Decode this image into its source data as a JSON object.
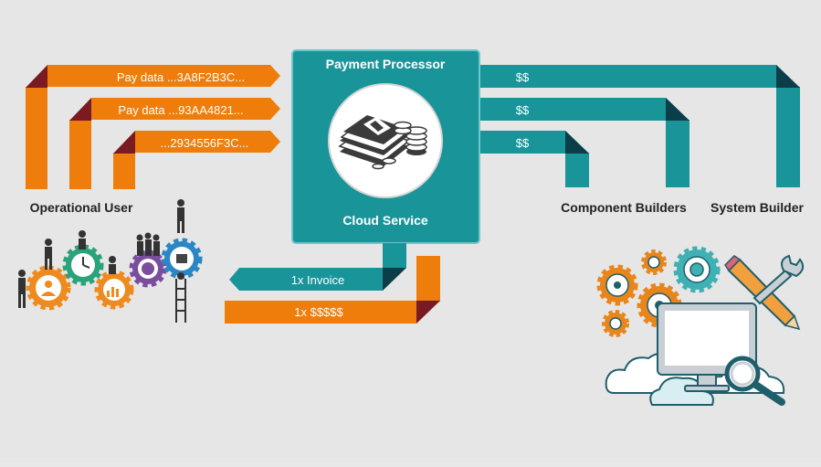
{
  "processor": {
    "title": "Payment Processor",
    "subtitle": "Cloud Service",
    "icon": "money-stack-icon"
  },
  "pay_flows": [
    {
      "label": "Pay data ...3A8F2B3C..."
    },
    {
      "label": "Pay data ...93AA4821..."
    },
    {
      "label": "...2934556F3C..."
    }
  ],
  "payout_flows": [
    {
      "label": "$$"
    },
    {
      "label": "$$"
    },
    {
      "label": "$$"
    }
  ],
  "return_flows": {
    "invoice": "1x Invoice",
    "payment": "1x $$$$$"
  },
  "actors": {
    "operational_user": "Operational User",
    "component_builders": "Component Builders",
    "system_builder": "System Builder"
  },
  "colors": {
    "orange": "#ef7d0b",
    "orange_fold": "#7a1a22",
    "teal": "#19959a",
    "teal_fold": "#0b3e48",
    "box_border": "#6ec6c9",
    "background": "#e6e6e6"
  }
}
